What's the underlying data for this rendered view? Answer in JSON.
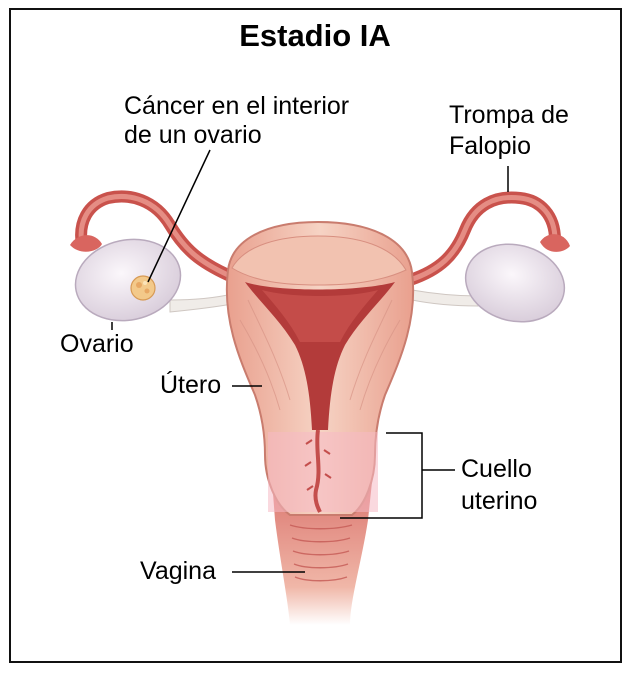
{
  "title": "Estadio IA",
  "labels": {
    "cancer_line1": "Cáncer en el interior",
    "cancer_line2": "de un ovario",
    "trompa_line1": "Trompa de",
    "trompa_line2": "Falopio",
    "ovario": "Ovario",
    "utero": "Útero",
    "cuello_line1": "Cuello",
    "cuello_line2": "uterino",
    "vagina": "Vagina"
  },
  "colors": {
    "tissue_light": "#f3c7b6",
    "tissue_mid": "#e9a08e",
    "tissue_dark": "#c4544f",
    "cavity": "#b33b3a",
    "ovary": "#e9e2ec",
    "tumor": "#f3c98a",
    "cervix_tint": "#f5b9c4"
  },
  "icons": [
    "uterus-illustration",
    "ovary-illustration",
    "tumor-mark"
  ]
}
